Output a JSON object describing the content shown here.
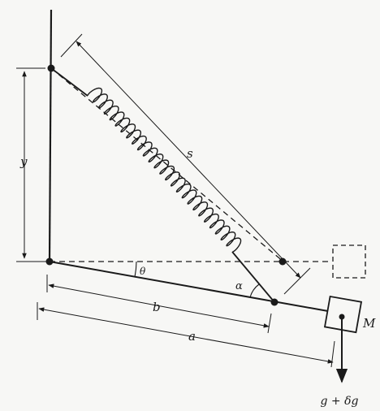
{
  "labels": {
    "y": "y",
    "s": "s",
    "theta": "θ",
    "alpha": "α",
    "b": "b",
    "a": "a",
    "M": "M",
    "gravity": "g + δg"
  }
}
